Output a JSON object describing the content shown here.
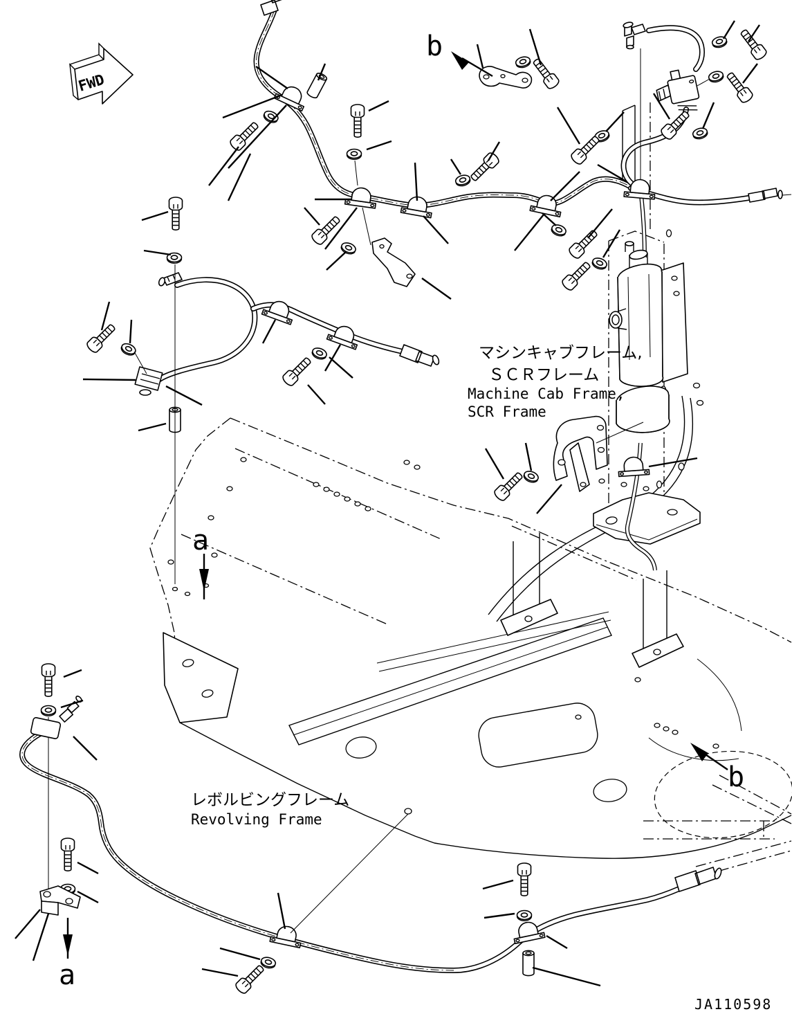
{
  "colors": {
    "background": "#ffffff",
    "line": "#000000"
  },
  "direction_indicator": {
    "label": "FWD"
  },
  "callouts": {
    "b_upper": "b",
    "b_lower": "b",
    "a_upper": "a",
    "a_lower": "a"
  },
  "annotations": {
    "machine_cab_frame": {
      "jp_line1": "マシンキャブフレーム,",
      "jp_line2": "ＳＣＲフレーム",
      "en_line1": "Machine Cab Frame,",
      "en_line2": "SCR Frame"
    },
    "revolving_frame": {
      "jp": "レボルビングフレーム",
      "en": "Revolving Frame"
    }
  },
  "figure_code": "JA110598"
}
